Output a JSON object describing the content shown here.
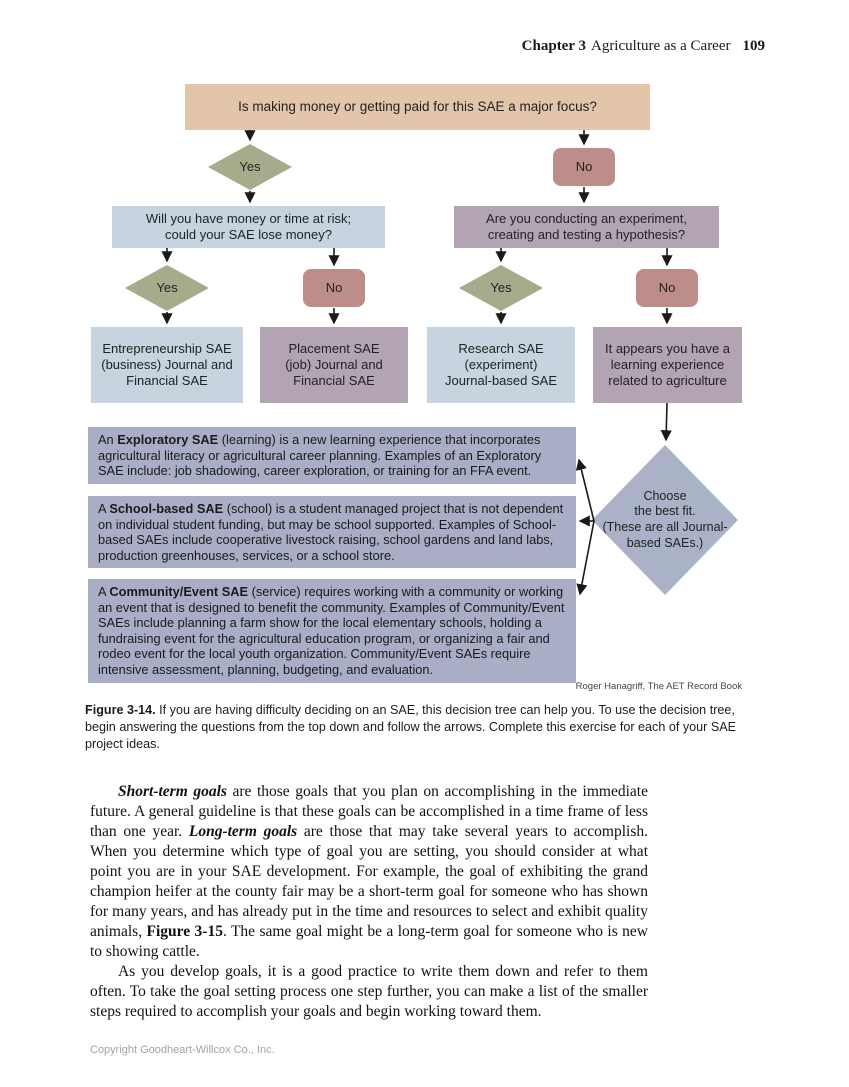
{
  "header": {
    "chapter": "Chapter 3",
    "title": "Agriculture as a Career",
    "page_number": "109"
  },
  "colors": {
    "question_tan": "#e3c6a9",
    "yes_green": "#a8ab8b",
    "no_rose": "#bc8d89",
    "outcome_blue": "#c7d4e0",
    "outcome_mauve": "#b3a4b4",
    "description_periwinkle": "#a9aec6",
    "choose_diamond": "#a9b2c7"
  },
  "flowchart": {
    "q1": "Is making money or getting paid for this SAE a major focus?",
    "yes1": "Yes",
    "no1": "No",
    "q2_left": "Will you have money or time at risk;\ncould your SAE lose money?",
    "q2_right": "Are you conducting an experiment,\ncreating and testing a hypothesis?",
    "yes2": "Yes",
    "no2": "No",
    "yes3": "Yes",
    "no3": "No",
    "out_entrepreneurship": "Entrepreneurship SAE\n(business) Journal and\nFinancial SAE",
    "out_placement": "Placement SAE\n(job) Journal and\nFinancial SAE",
    "out_research": "Research SAE\n(experiment)\nJournal-based SAE",
    "out_learning": "It appears you have a\nlearning experience\nrelated to agriculture",
    "choose": "Choose\nthe best fit.\n(These are all Journal-\nbased SAEs.)",
    "desc_exploratory": {
      "prefix": "An ",
      "term": "Exploratory SAE",
      "rest": " (learning) is a new learning experience that incorporates agricultural literacy or agricultural career planning. Examples of an Exploratory SAE include: job shadowing, career exploration, or training for an FFA event."
    },
    "desc_school": {
      "prefix": "A ",
      "term": "School-based SAE",
      "rest": " (school) is a student managed project that is not dependent on individual student funding, but may be school supported. Examples of School-based SAEs include cooperative livestock raising, school gardens and land labs, production greenhouses, services, or a school store."
    },
    "desc_community": {
      "prefix": "A ",
      "term": "Community/Event SAE",
      "rest": " (service) requires working with a community or working an event that is designed to benefit the community. Examples of Community/Event SAEs include planning a farm show for the local elementary schools, holding a fundraising event for the agricultural education program, or organizing a fair and rodeo event for the local youth organization. Community/Event SAEs require intensive assessment, planning, budgeting, and evaluation."
    },
    "credit": "Roger Hanagriff, The AET Record Book"
  },
  "caption": {
    "label": "Figure 3-14.",
    "text": " If you are having difficulty deciding on an SAE, this decision tree can help you. To use the decision tree, begin answering the questions from the top down and follow the arrows. Complete this exercise for each of your SAE project ideas."
  },
  "body": {
    "p1": {
      "s1": "Short-term goals",
      "s2": " are those goals that you plan on accomplishing in the immediate future. A general guideline is that these goals can be accomplished in a time frame of less than one year. ",
      "s3": "Long-term goals",
      "s4": " are those that may take several years to accomplish. When you determine which type of goal you are setting, you should consider at what point you are in your SAE development. For example, the goal of exhibiting the grand champion heifer at the county fair may be a short-term goal for someone who has shown for many years, and has already put in the time and resources to select and exhibit quality animals, ",
      "s5": "Figure 3-15",
      "s6": ". The same goal might be a long-term goal for someone who is new to showing cattle."
    },
    "p2": "As you develop goals, it is a good practice to write them down and refer to them often. To take the goal setting process one step further, you can make a list of the smaller steps required to accomplish your goals and begin working toward them."
  },
  "footer": {
    "copyright": "Copyright Goodheart-Willcox Co., Inc."
  }
}
